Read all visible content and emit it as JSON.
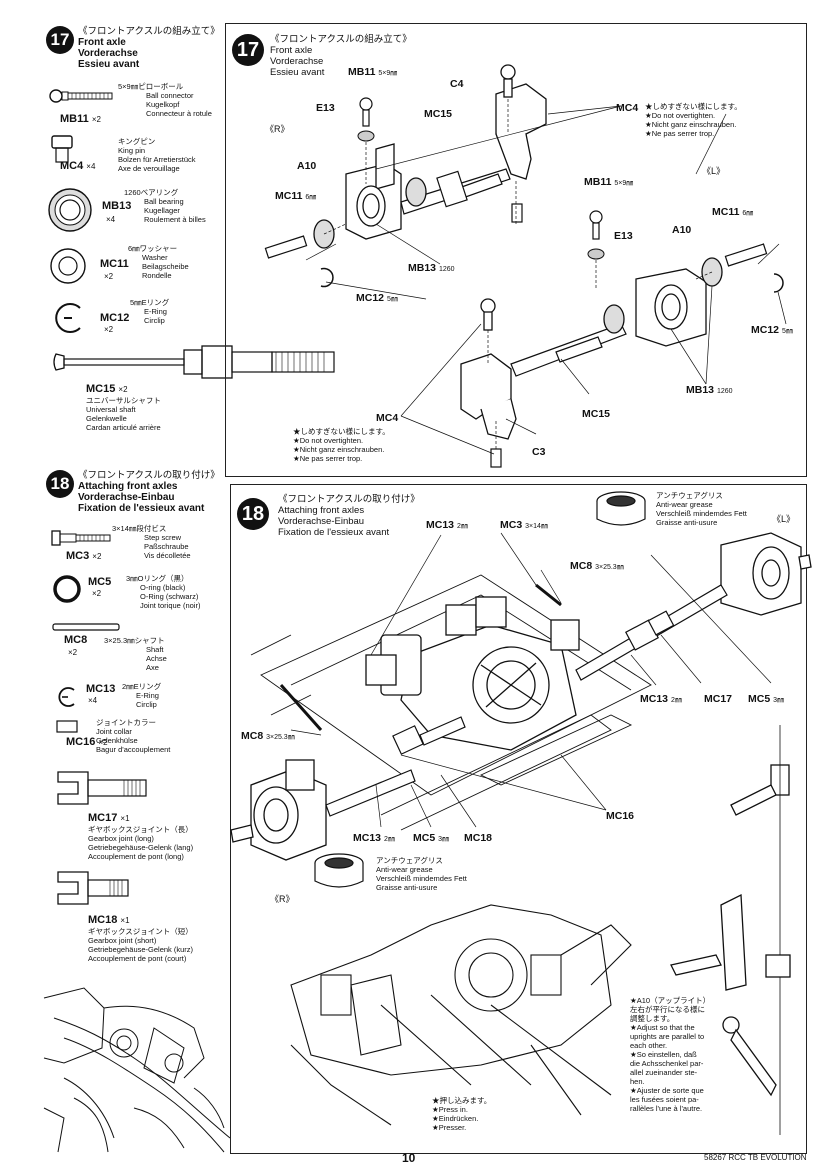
{
  "step17": {
    "number": "17",
    "title_jp": "《フロントアクスルの組み立て》",
    "title_en": "Front axle",
    "title_de": "Vorderachse",
    "title_fr": "Essieu avant"
  },
  "step18": {
    "number": "18",
    "title_jp": "《フロントアクスルの取り付け》",
    "title_en": "Attaching front axles",
    "title_de": "Vorderachse-Einbau",
    "title_fr": "Fixation de l'essieux avant"
  },
  "parts17": [
    {
      "code": "MB11",
      "qty": "×2",
      "desc": [
        "5×9㎜ピローボール",
        "Ball connector",
        "Kugelkopf",
        "Connecteur à rotule"
      ]
    },
    {
      "code": "MC4",
      "qty": "×4",
      "desc": [
        "キングピン",
        "King pin",
        "Bolzen für Arretierstück",
        "Axe de verouillage"
      ]
    },
    {
      "code": "MB13",
      "qty": "×4",
      "desc": [
        "1260ベアリング",
        "Ball bearing",
        "Kugellager",
        "Roulement à billes"
      ]
    },
    {
      "code": "MC11",
      "qty": "×2",
      "desc": [
        "6㎜ワッシャー",
        "Washer",
        "Beilagscheibe",
        "Rondelle"
      ]
    },
    {
      "code": "MC12",
      "qty": "×2",
      "desc": [
        "5㎜Eリング",
        "E-Ring",
        "Circlip"
      ]
    },
    {
      "code": "MC15",
      "qty": "×2",
      "desc": [
        "ユニバーサルシャフト",
        "Universal shaft",
        "Gelenkwelle",
        "Cardan articulé arrière"
      ]
    }
  ],
  "parts18": [
    {
      "code": "MC3",
      "qty": "×2",
      "desc": [
        "3×14㎜段付ビス",
        "Step screw",
        "Paßschraube",
        "Vis décolletée"
      ]
    },
    {
      "code": "MC5",
      "qty": "×2",
      "desc": [
        "3㎜Oリング（黒）",
        "O-ring (black)",
        "O-Ring (schwarz)",
        "Joint torique (noir)"
      ]
    },
    {
      "code": "MC8",
      "qty": "×2",
      "desc": [
        "3×25.3㎜シャフト",
        "Shaft",
        "Achse",
        "Axe"
      ]
    },
    {
      "code": "MC13",
      "qty": "×4",
      "desc": [
        "2㎜Eリング",
        "E-Ring",
        "Circlip"
      ]
    },
    {
      "code": "MC16",
      "qty": "×2",
      "desc": [
        "ジョイントカラー",
        "Joint collar",
        "Gelenkhülse",
        "Bagur d'accouplement"
      ]
    },
    {
      "code": "MC17",
      "qty": "×1",
      "desc": [
        "ギヤボックスジョイント（長）",
        "Gearbox joint (long)",
        "Getriebegehäuse-Gelenk (lang)",
        "Accouplement de pont (long)"
      ]
    },
    {
      "code": "MC18",
      "qty": "×1",
      "desc": [
        "ギヤボックスジョイント（短）",
        "Gearbox joint (short)",
        "Getriebegehäuse-Gelenk (kurz)",
        "Accouplement de pont (court)"
      ]
    }
  ],
  "diagram17": {
    "labels": {
      "mb11": "MB11",
      "mb11_size": "5×9㎜",
      "e13": "E13",
      "c4": "C4",
      "mc15": "MC15",
      "mc4": "MC4",
      "a10": "A10",
      "mc11": "MC11",
      "mc11_size": "6㎜",
      "mb13": "MB13",
      "mb13_size": "1260",
      "mc12": "MC12",
      "mc12_size": "5㎜",
      "r": "《R》",
      "l": "《L》",
      "mb11_l": "MB11",
      "mb11_l_size": "5×9㎜",
      "e13_l": "E13",
      "a10_l": "A10",
      "mc11_l": "MC11",
      "mc11_l_size": "6㎜",
      "mc12_l": "MC12",
      "mc12_l_size": "5㎜",
      "mb13_l": "MB13",
      "mb13_l_size": "1260",
      "mc15_l": "MC15",
      "mc4_l": "MC4",
      "c3": "C3"
    },
    "caution": [
      "★しめすぎない様にします。",
      "★Do not overtighten.",
      "★Nicht ganz einschrauben.",
      "★Ne pas serrer trop."
    ],
    "caution2": [
      "★しめすぎない様にします。",
      "★Do not overtighten.",
      "★Nicht ganz einschrauben.",
      "★Ne pas serrer trop."
    ]
  },
  "diagram18": {
    "labels": {
      "mc13a": "MC13",
      "mc13a_size": "2㎜",
      "mc3": "MC3",
      "mc3_size": "3×14㎜",
      "mc8a": "MC8",
      "mc8a_size": "3×25.3㎜",
      "l": "《L》",
      "mc13b": "MC13",
      "mc13b_size": "2㎜",
      "mc17": "MC17",
      "mc5a": "MC5",
      "mc5a_size": "3㎜",
      "mc8b": "MC8",
      "mc8b_size": "3×25.3㎜",
      "mc16": "MC16",
      "mc13c": "MC13",
      "mc13c_size": "2㎜",
      "mc5b": "MC5",
      "mc5b_size": "3㎜",
      "mc18": "MC18",
      "r": "《R》"
    },
    "grease": [
      "アンチウェアグリス",
      "Anti-wear grease",
      "Verschleiß mindemdes Fett",
      "Graisse anti-usure"
    ],
    "grease2": [
      "アンチウェアグリス",
      "Anti-wear grease",
      "Verschleiß mindemdes Fett",
      "Graisse anti-usure"
    ],
    "a10_note": [
      "★A10（アップライト）",
      "左右が平行になる様に",
      "調整します。",
      "★Adjust so that the",
      "uprights are parallel to",
      "each other.",
      "★So einstellen, daß",
      "die Achsschenkel par-",
      "allel zueinander ste-",
      "hen.",
      "★Ajuster de sorte que",
      "les fusées soient pa-",
      "rallèles l'une à l'autre."
    ],
    "press_note": [
      "★押し込みます。",
      "★Press in.",
      "★Eindrücken.",
      "★Presser."
    ]
  },
  "footer": {
    "page": "10",
    "code": "58267 RCC TB EVOLUTION"
  }
}
